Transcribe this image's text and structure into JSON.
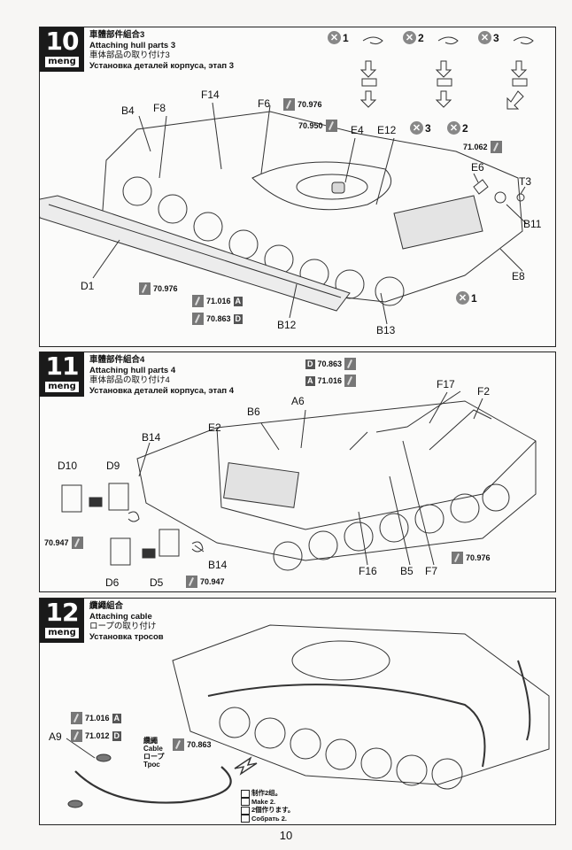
{
  "page_number": "10",
  "steps": [
    {
      "number": "10",
      "brand": "meng",
      "title_zh": "車體部件組合3",
      "title_en": "Attaching hull parts 3",
      "title_ja": "車体部品の取り付け3",
      "title_ru": "Установка деталей корпуса, этап 3",
      "labels": [
        "B4",
        "F8",
        "F14",
        "F6",
        "E4",
        "E12",
        "E6",
        "T3",
        "B11",
        "E8",
        "D1",
        "B12",
        "B13"
      ],
      "paints": [
        {
          "code": "70.976"
        },
        {
          "code": "70.950"
        },
        {
          "code": "71.062"
        },
        {
          "code": "70.976"
        },
        {
          "code": "71.016",
          "tag": "A"
        },
        {
          "code": "70.863",
          "tag": "D"
        }
      ],
      "counts": [
        {
          "glyph": "✕",
          "qty": "1"
        },
        {
          "glyph": "✕",
          "qty": "2"
        },
        {
          "glyph": "✕",
          "qty": "3"
        },
        {
          "glyph": "✕",
          "qty": "3"
        },
        {
          "glyph": "✕",
          "qty": "2"
        },
        {
          "glyph": "✕",
          "qty": "1"
        }
      ]
    },
    {
      "number": "11",
      "brand": "meng",
      "title_zh": "車體部件組合4",
      "title_en": "Attaching hull parts 4",
      "title_ja": "車体部品の取り付け4",
      "title_ru": "Установка деталей корпуса, этап 4",
      "labels": [
        "A6",
        "F17",
        "F2",
        "B6",
        "E2",
        "B14",
        "D10",
        "D9",
        "D6",
        "D5",
        "B14",
        "F16",
        "B5",
        "F7"
      ],
      "paints": [
        {
          "code": "70.863",
          "tag": "D"
        },
        {
          "code": "71.016",
          "tag": "A"
        },
        {
          "code": "70.947"
        },
        {
          "code": "70.947"
        },
        {
          "code": "70.976"
        }
      ]
    },
    {
      "number": "12",
      "brand": "meng",
      "title_zh": "纜繩組合",
      "title_en": "Attaching cable",
      "title_ja": "ロープの取り付け",
      "title_ru": "Установка тросов",
      "labels": [
        "A9"
      ],
      "paints": [
        {
          "code": "71.016",
          "tag": "A"
        },
        {
          "code": "71.012",
          "tag": "D"
        },
        {
          "code": "70.863"
        }
      ],
      "cable_label": [
        "纜繩",
        "Cable",
        "ロープ",
        "Трос"
      ],
      "make_note": [
        "制作2组。",
        "Make 2.",
        "2個作ります。",
        "Собрать 2."
      ]
    }
  ]
}
